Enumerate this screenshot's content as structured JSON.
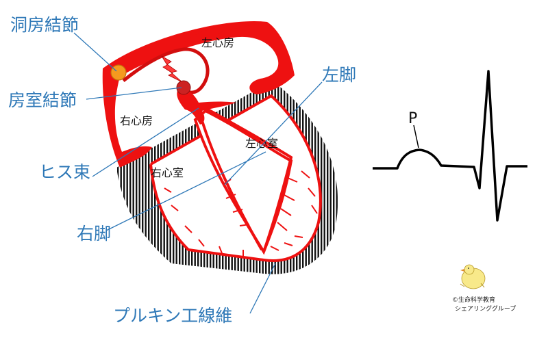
{
  "labels": {
    "sa_node": "洞房結節",
    "av_node": "房室結節",
    "his_bundle": "ヒス束",
    "right_bundle": "右脚",
    "left_bundle": "左脚",
    "purkinje": "プルキン工線維",
    "left_atrium": "左心房",
    "right_atrium": "右心房",
    "left_ventricle": "左心室",
    "right_ventricle": "右心室",
    "p_wave": "P"
  },
  "credit": {
    "line1": "©生命科学教育",
    "line2": "シェアリンググループ"
  },
  "colors": {
    "conduction_red": "#ee1111",
    "label_blue": "#2e78b7",
    "sa_node_orange": "#f59a1f"
  }
}
